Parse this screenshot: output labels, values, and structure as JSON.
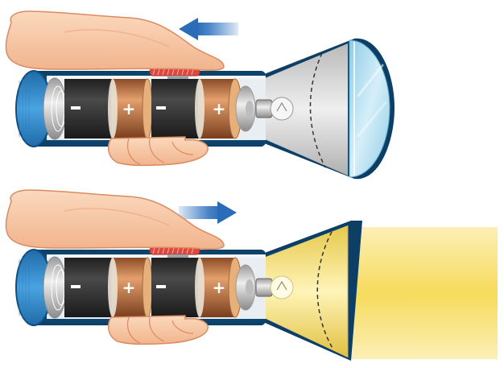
{
  "diagram": {
    "title": "Flashlight switch off vs on",
    "panels": [
      {
        "id": "off",
        "state": "off",
        "arrow_direction": "left",
        "light_beam": false,
        "batteries": [
          {
            "negative": "−",
            "positive": "+"
          },
          {
            "negative": "−",
            "positive": "+"
          }
        ]
      },
      {
        "id": "on",
        "state": "on",
        "arrow_direction": "right",
        "light_beam": true,
        "batteries": [
          {
            "negative": "−",
            "positive": "+"
          },
          {
            "negative": "−",
            "positive": "+"
          }
        ]
      }
    ],
    "icons": [
      "hand-icon",
      "arrow-left-icon",
      "arrow-right-icon",
      "battery-icon",
      "bulb-icon",
      "switch-icon",
      "light-beam"
    ],
    "colors": {
      "body_blue": "#1d6ea0",
      "body_dark": "#0b3f66",
      "cap_blue": "#3a8fd0",
      "battery_black": "#2e2e2e",
      "battery_copper": "#c7804e",
      "switch_red": "#e0473c",
      "skin": "#f6cba8",
      "skin_outline": "#d98b62",
      "arrow_blue": "#2a6cb8",
      "beam_yellow": "#f7de62",
      "lens_blue": "#a9dcef"
    }
  }
}
